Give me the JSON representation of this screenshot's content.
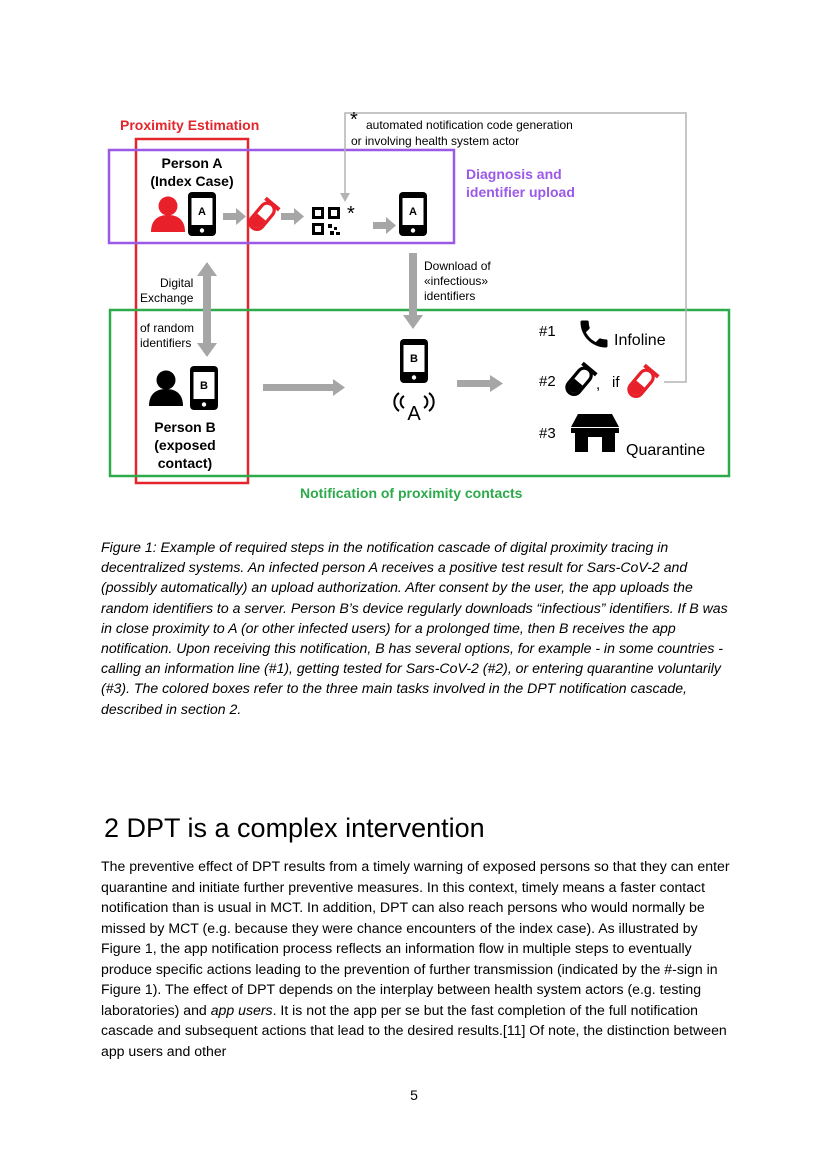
{
  "figure": {
    "box_labels": {
      "proximity": "Proximity Estimation",
      "diagnosis_line1": "Diagnosis and",
      "diagnosis_line2": "identifier upload",
      "notification": "Notification of proximity contacts"
    },
    "person_a": {
      "line1": "Person A",
      "line2": "(Index Case)",
      "phone_letter": "A"
    },
    "person_b": {
      "line1": "Person B",
      "line2": "(exposed",
      "line3": "contact)",
      "phone_letter": "B"
    },
    "note_asterisk": "*",
    "note_line1": "automated notification code generation",
    "note_line2": "or involving health system actor",
    "qr_asterisk": "*",
    "upload_phone_letter": "A",
    "download_line1": "Download of",
    "download_line2": "«infectious»",
    "download_line3": "identifiers",
    "exchange_line1": "Digital",
    "exchange_line2": "Exchange",
    "exchange_line3": "of random",
    "exchange_line4": "identifiers",
    "receiver_phone_letter": "B",
    "broadcast_letter": "A",
    "option1_num": "#1",
    "option1_label": "Infoline",
    "option2_num": "#2",
    "option2_sep": ",",
    "option2_if": "if",
    "option3_num": "#3",
    "option3_label": "Quarantine",
    "colors": {
      "proximity_box": "#e3262b",
      "diagnosis_box": "#9b59e8",
      "notification_box": "#2daa4b",
      "person_a": "#e8202a",
      "arrow": "#a6a6a6",
      "note_line": "#b3b3b3"
    },
    "icons": [
      "person-icon",
      "smartphone-icon",
      "test-tube-icon",
      "qr-code-icon",
      "phone-handset-icon",
      "house-icon",
      "broadcast-icon"
    ]
  },
  "caption": "Figure 1: Example of required steps in the notification cascade of digital proximity tracing in decentralized systems. An infected person A receives a positive test result for Sars-CoV-2 and (possibly automatically) an upload authorization.  After consent by the user, the app uploads the random identifiers to a server. Person B’s device regularly downloads “infectious” identifiers. If B was in close proximity to A (or other infected users) for a prolonged time, then B receives the app notification. Upon receiving this notification, B has several options, for example - in some countries - calling an information line (#1), getting tested for Sars-CoV-2 (#2), or entering quarantine voluntarily (#3). The colored boxes refer to the three main tasks involved in the DPT notification cascade, described in section 2.",
  "section_heading": "2 DPT is a complex intervention",
  "body": {
    "text_before": "The preventive effect of DPT results from a timely warning of exposed persons so that they can enter quarantine and initiate further preventive measures. In this context, timely means a faster contact notification than is usual in MCT. In addition, DPT can also reach persons who would normally be missed by MCT (e.g. because they were chance encounters of the index case). As illustrated by Figure 1, the app notification process reflects an information flow in multiple steps to eventually produce specific actions leading to the prevention of further transmission (indicated by the #-sign in Figure 1). The effect of DPT depends on the interplay between health system actors (e.g. testing laboratories) and ",
    "emphasis": "app users",
    "text_after": ". It is not the app per se but the fast completion of the full notification cascade and subsequent actions that lead to the desired results.[11] Of note, the distinction between app users and other"
  },
  "page_number": "5"
}
